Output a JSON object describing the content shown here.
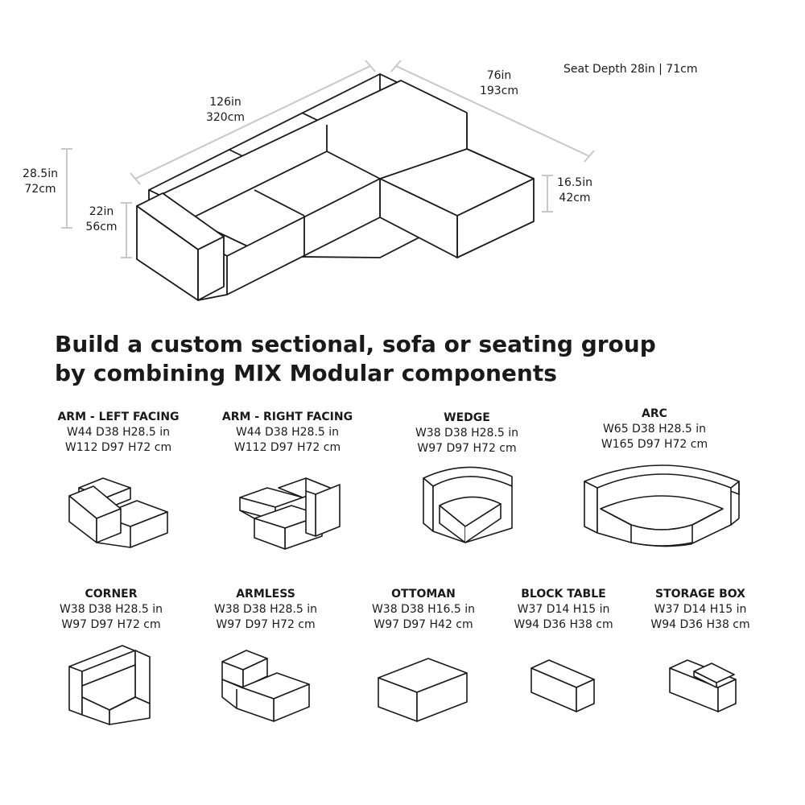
{
  "overview": {
    "width_label": [
      "126in",
      "320cm"
    ],
    "depth_label": [
      "76in",
      "193cm"
    ],
    "height_label": [
      "28.5in",
      "72cm"
    ],
    "arm_height_label": [
      "22in",
      "56cm"
    ],
    "chaise_height_label": [
      "16.5in",
      "42cm"
    ],
    "seat_depth": "Seat Depth 28in | 71cm"
  },
  "headline": {
    "line1": "Build a custom sectional, sofa or seating group",
    "line2": "by combining MIX Modular components"
  },
  "components": [
    {
      "name": "ARM - LEFT FACING",
      "spec1": "W44 D38 H28.5 in",
      "spec2": "W112 D97 H72 cm",
      "icon": "arm-left-facing-icon"
    },
    {
      "name": "ARM - RIGHT FACING",
      "spec1": "W44 D38 H28.5 in",
      "spec2": "W112 D97 H72 cm",
      "icon": "arm-right-facing-icon"
    },
    {
      "name": "WEDGE",
      "spec1": "W38 D38 H28.5 in",
      "spec2": "W97 D97 H72 cm",
      "icon": "wedge-icon"
    },
    {
      "name": "ARC",
      "spec1": "W65 D38 H28.5 in",
      "spec2": "W165 D97 H72 cm",
      "icon": "arc-icon"
    },
    {
      "name": "CORNER",
      "spec1": "W38 D38 H28.5 in",
      "spec2": "W97 D97 H72 cm",
      "icon": "corner-icon"
    },
    {
      "name": "ARMLESS",
      "spec1": "W38 D38 H28.5 in",
      "spec2": "W97 D97 H72 cm",
      "icon": "armless-icon"
    },
    {
      "name": "OTTOMAN",
      "spec1": "W38 D38 H16.5 in",
      "spec2": "W97 D97 H42 cm",
      "icon": "ottoman-icon"
    },
    {
      "name": "BLOCK TABLE",
      "spec1": "W37 D14 H15 in",
      "spec2": "W94 D36 H38 cm",
      "icon": "block-table-icon"
    },
    {
      "name": "STORAGE BOX",
      "spec1": "W37 D14 H15 in",
      "spec2": "W94 D36 H38 cm",
      "icon": "storage-box-icon"
    }
  ],
  "colors": {
    "line": "#1a1a1a",
    "dimension_line": "#c8c8c8",
    "background": "#ffffff"
  }
}
